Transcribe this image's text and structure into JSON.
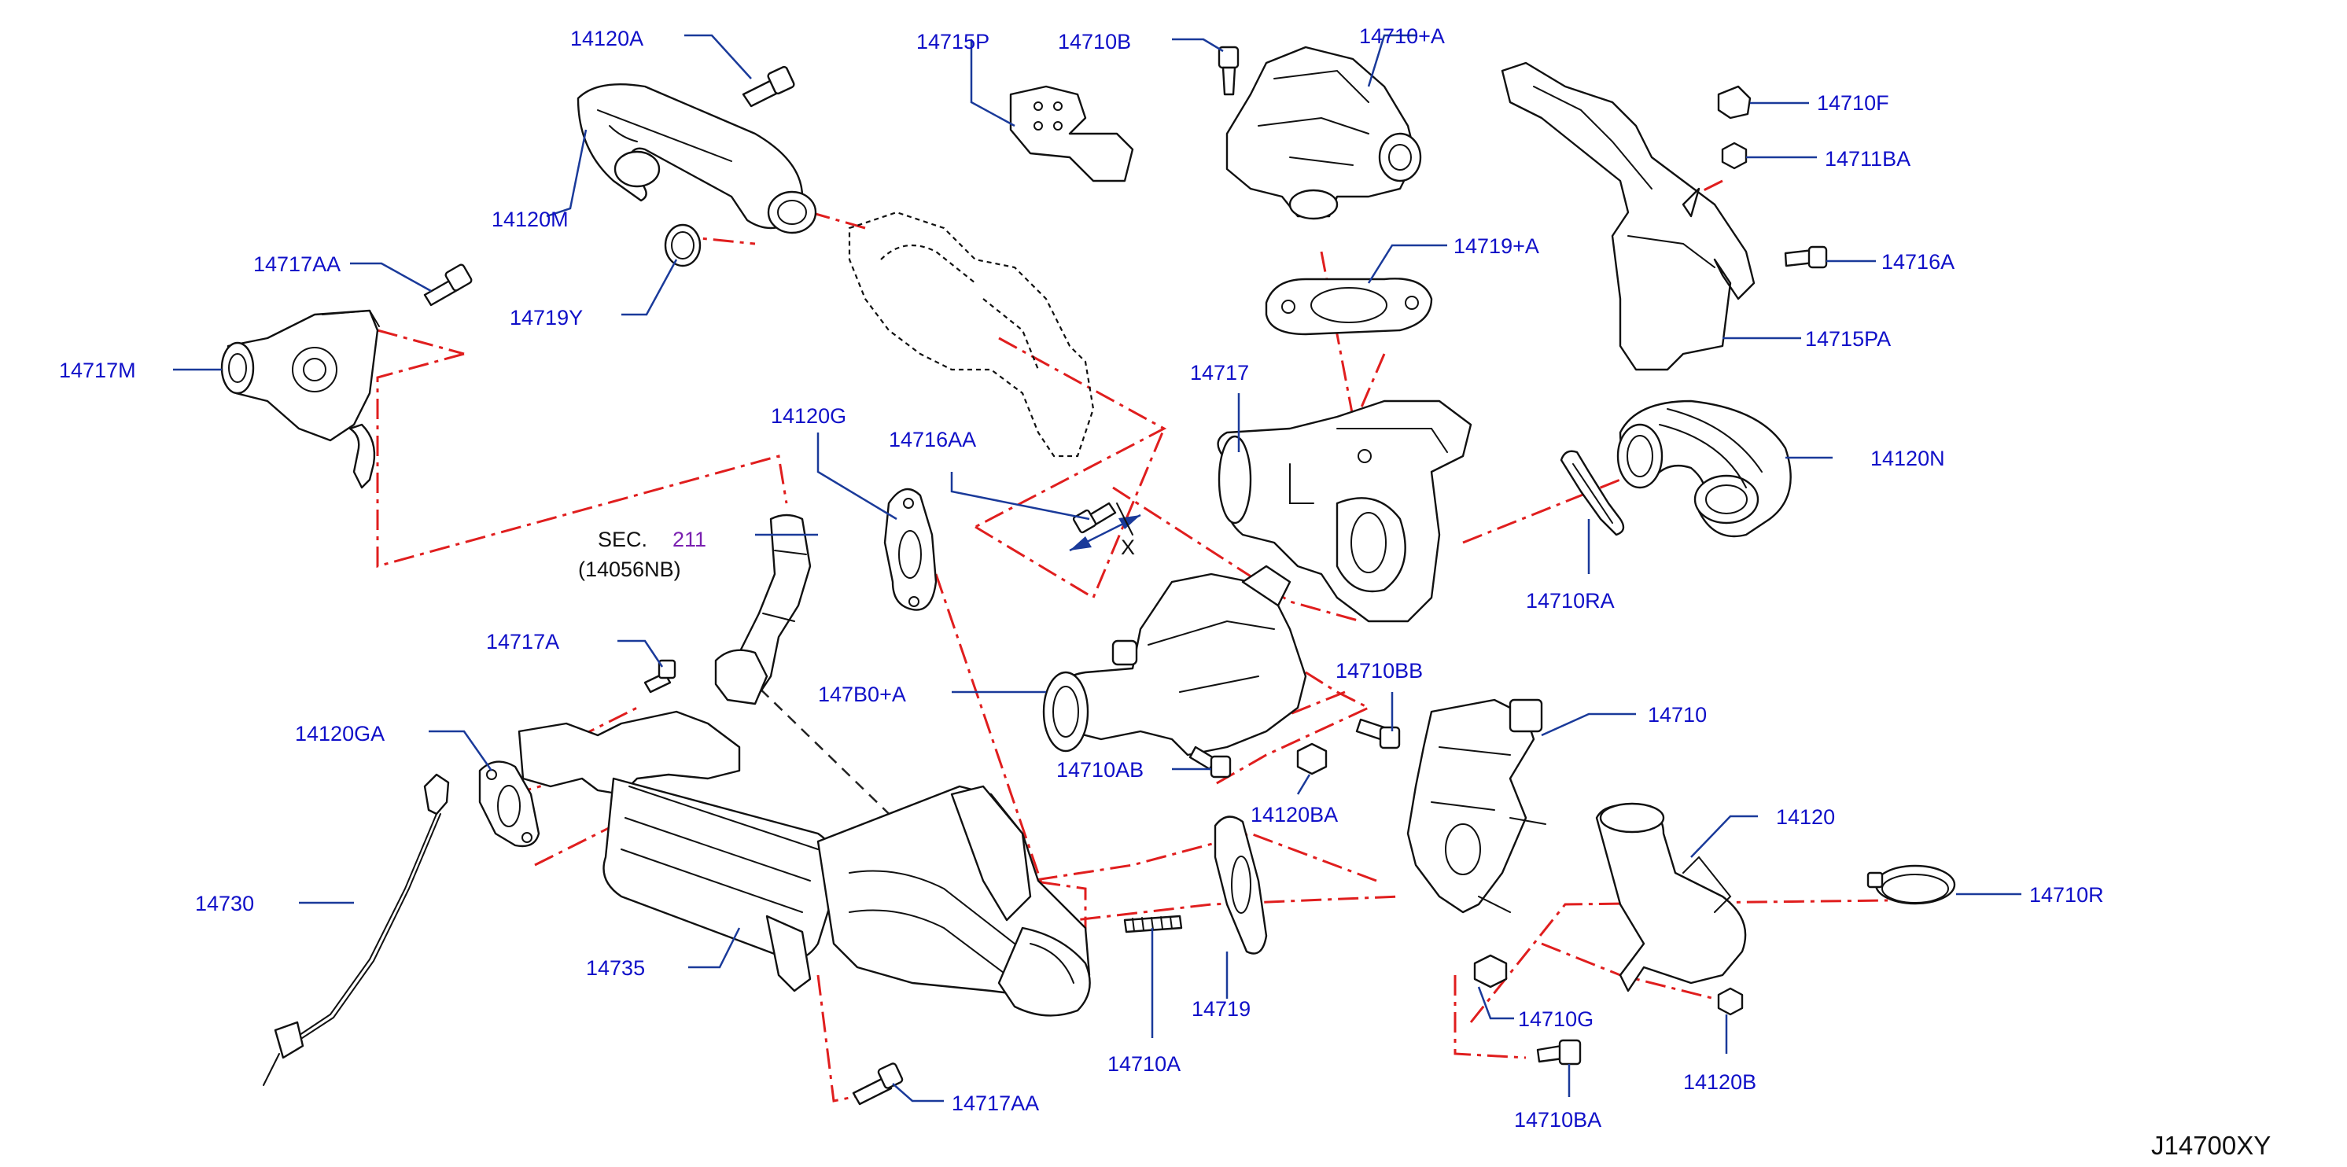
{
  "title": "",
  "drawing_id": "J14700XY",
  "colors": {
    "callout_text": "#1010c8",
    "leader": "#1a3a9a",
    "flow_line": "#e01e1e",
    "section_ref": "#7a1fb0"
  },
  "labels": {
    "p14120A": "14120A",
    "p14120M": "14120M",
    "p14719Y": "14719Y",
    "p14717AA_top": "14717AA",
    "p14717M": "14717M",
    "p14715P": "14715P",
    "p14710B": "14710B",
    "p14710A_plus": "14710+A",
    "p14719A_plus": "14719+A",
    "p14717": "14717",
    "p14710F": "14710F",
    "p14711BA": "14711BA",
    "p14716A": "14716A",
    "p14715PA": "14715PA",
    "p14120N": "14120N",
    "p14710RA": "14710RA",
    "p14120G": "14120G",
    "p14716AA": "14716AA",
    "dim_x": "X",
    "sec_prefix": "SEC.",
    "sec_number": "211",
    "sec_sub": "(14056NB)",
    "p14717A": "14717A",
    "p147B0A_plus": "147B0+A",
    "p14710BB": "14710BB",
    "p14710": "14710",
    "p14120GA": "14120GA",
    "p14710AB": "14710AB",
    "p14120BA": "14120BA",
    "p14120": "14120",
    "p14730": "14730",
    "p14710R": "14710R",
    "p14735": "14735",
    "p14719": "14719",
    "p14710G": "14710G",
    "p14710A": "14710A",
    "p14120B": "14120B",
    "p14717AA_bottom": "14717AA",
    "p14710BA": "14710BA"
  }
}
